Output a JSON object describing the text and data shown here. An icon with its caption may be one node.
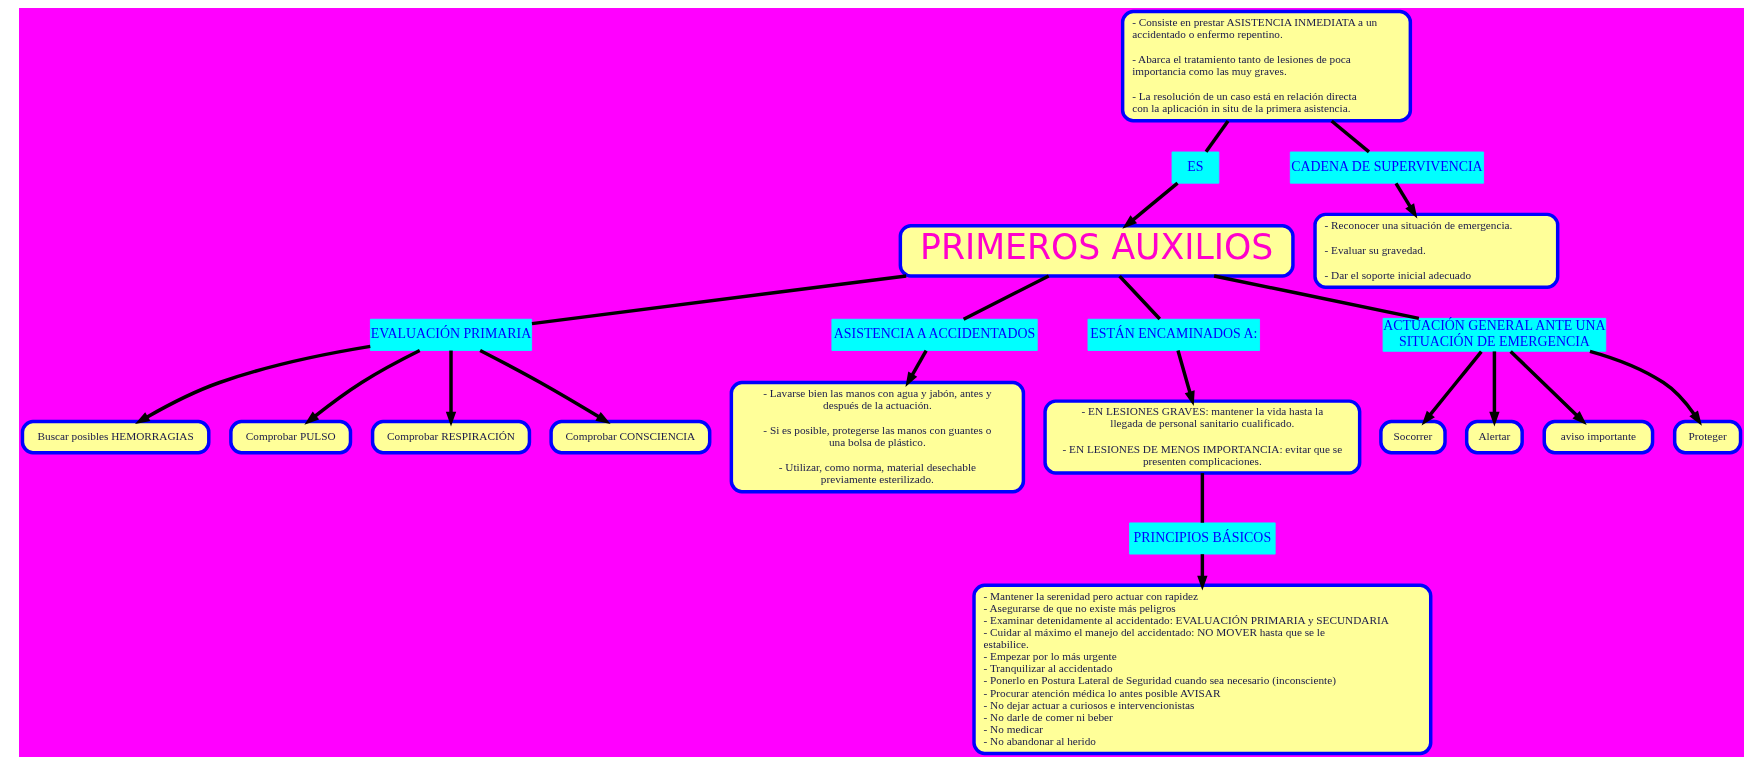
{
  "diagram": {
    "nodes": [
      {
        "text": [
          "PRIMEROS AUXILIOS"
        ]
      },
      {
        "text": [
          "EVALUACIÓN PRIMARIA"
        ]
      },
      {
        "text": [
          "Buscar posibles HEMORRAGIAS"
        ]
      },
      {
        "text": [
          "ES"
        ]
      },
      {
        "text": [
          "- Consiste en prestar ASISTENCIA INMEDIATA a un accidentado o enfermo repentino.",
          "- Abarca el tratamiento tanto de lesiones de poca importancia como las muy graves.",
          "- La resolución de un caso está en relación directa con la aplicación in situ de la primera asistencia."
        ]
      },
      {
        "text": [
          "Comprobar PULSO"
        ]
      },
      {
        "text": [
          "ASISTENCIA A ACCIDENTADOS"
        ]
      },
      {
        "text": [
          "ESTÁN ENCAMINADOS A:"
        ]
      },
      {
        "text": [
          "Comprobar RESPIRACIÓN"
        ]
      },
      {
        "text": [
          "- EN LESIONES GRAVES: mantener la vida hasta la llegada de personal sanitario cualificado.",
          "- EN LESIONES DE MENOS IMPORTANCIA: evitar que se presenten complicaciones."
        ]
      },
      {
        "text": [
          "Comprobar CONSCIENCIA"
        ]
      },
      {
        "text": [
          "CADENA DE SUPERVIVENCIA"
        ]
      },
      {
        "text": [
          "ACTUACIÓN GENERAL ANTE UNA SITUACIÓN DE EMERGENCIA"
        ]
      },
      {
        "text": [
          "Socorrer"
        ]
      },
      {
        "text": [
          "- Reconocer una situación de emergencia.",
          "- Evaluar su gravedad.",
          "- Dar el soporte inicial adecuado"
        ]
      },
      {
        "text": [
          "PRINCIPIOS BÁSICOS"
        ]
      },
      {
        "text": [
          "- Lavarse bien las manos con agua y jabón, antes y después de la actuación.",
          "- Si es posible, protegerse las manos con guantes o una bolsa de plástico.",
          "- Utilizar, como norma, material desechable previamente esterilizado."
        ]
      },
      {
        "text": [
          "Alertar"
        ]
      },
      {
        "text": [
          "aviso importante"
        ]
      },
      {
        "text": [
          "Proteger"
        ]
      },
      {
        "text": [
          "- Mantener la serenidad pero actuar con rapidez",
          "- Asegurarse de que no existe más peligros",
          "- Examinar detenidamente al accidentado: EVALUACIÓN PRIMARIA y SECUNDARIA",
          "- Cuidar al máximo el manejo del accidentado: NO MOVER hasta que se le estabilice.",
          "- Empezar por lo más urgente",
          "- Tranquilizar al accidentado",
          "- Ponerlo en Postura Lateral de Seguridad cuando sea necesario (inconsciente)",
          "- Procurar atención médica lo antes posible AVISAR",
          "- No dejar actuar a curiosos e intervencionistas",
          "- No darle de comer ni beber",
          "- No medicar",
          "- No abandonar al herido"
        ]
      }
    ],
    "edges": [
      {
        "from": 4,
        "to": 3,
        "arrow": "none"
      },
      {
        "from": 3,
        "to": 0,
        "arrow": "to"
      },
      {
        "from": 0,
        "to": 7,
        "arrow": "none"
      },
      {
        "from": 7,
        "to": 9,
        "arrow": "to"
      },
      {
        "from": 0,
        "to": 6,
        "arrow": "none"
      },
      {
        "from": 6,
        "to": 16,
        "arrow": "to"
      },
      {
        "from": 0,
        "to": 12,
        "arrow": "none"
      },
      {
        "from": 0,
        "to": 1,
        "arrow": "none"
      },
      {
        "from": 1,
        "to": 2,
        "arrow": "to"
      },
      {
        "from": 1,
        "to": 5,
        "arrow": "to"
      },
      {
        "from": 1,
        "to": 8,
        "arrow": "to"
      },
      {
        "from": 1,
        "to": 10,
        "arrow": "to"
      },
      {
        "from": 4,
        "to": 11,
        "arrow": "none"
      },
      {
        "from": 11,
        "to": 14,
        "arrow": "to"
      },
      {
        "from": 9,
        "to": 15,
        "arrow": "none"
      },
      {
        "from": 15,
        "to": 20,
        "arrow": "to"
      },
      {
        "from": 12,
        "to": 13,
        "arrow": "to"
      },
      {
        "from": 12,
        "to": 17,
        "arrow": "to"
      },
      {
        "from": 12,
        "to": 19,
        "arrow": "to"
      },
      {
        "from": 12,
        "to": 18,
        "arrow": "to"
      }
    ]
  }
}
